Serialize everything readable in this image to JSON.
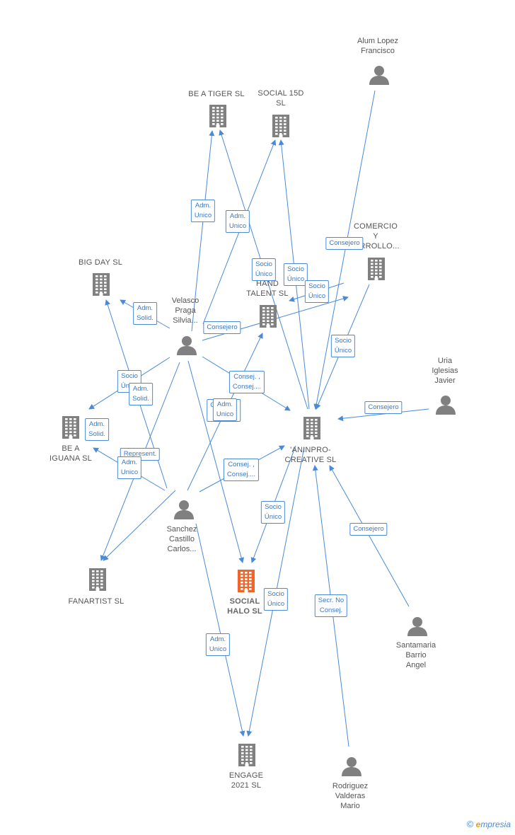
{
  "colors": {
    "edge": "#4a8ad8",
    "node": "#808080",
    "highlight": "#f0652a"
  },
  "nodes": [
    {
      "id": "alum",
      "type": "person",
      "label": "Alum Lopez\nFrancisco"
    },
    {
      "id": "tiger",
      "type": "company",
      "label": "BE A TIGER  SL"
    },
    {
      "id": "social15",
      "type": "company",
      "label": "SOCIAL 15D\nSL"
    },
    {
      "id": "comercio",
      "type": "company",
      "label": "COMERCIO\nY\n…RROLLO..."
    },
    {
      "id": "bigday",
      "type": "company",
      "label": "BIG DAY  SL"
    },
    {
      "id": "velasco",
      "type": "person",
      "label": "Velasco\nPraga\nSilvia..."
    },
    {
      "id": "hand",
      "type": "company",
      "label": "HAND\nTALENT  SL"
    },
    {
      "id": "uria",
      "type": "person",
      "label": "Uria\nIglesias\nJavier"
    },
    {
      "id": "iguana",
      "type": "company",
      "label": "BE A\nIGUANA  SL"
    },
    {
      "id": "aninpro",
      "type": "company",
      "label": "'ANINPRO-\nCREATIVE  SL"
    },
    {
      "id": "sanchez",
      "type": "person",
      "label": "Sanchez\nCastillo\nCarlos..."
    },
    {
      "id": "fanartist",
      "type": "company",
      "label": "FANARTIST  SL"
    },
    {
      "id": "halo",
      "type": "company",
      "highlight": true,
      "label": "SOCIAL\nHALO  SL"
    },
    {
      "id": "santamaria",
      "type": "person",
      "label": "Santamaria\nBarrio\nAngel"
    },
    {
      "id": "engage",
      "type": "company",
      "label": "ENGAGE\n2021  SL"
    },
    {
      "id": "rodriguez",
      "type": "person",
      "label": "Rodriguez\nValderas\nMario"
    }
  ],
  "edges": [
    {
      "from": "velasco",
      "to": "tiger",
      "label": "Adm.\nUnico"
    },
    {
      "from": "velasco",
      "to": "social15",
      "label": "Adm.\nUnico"
    },
    {
      "from": "velasco",
      "to": "bigday",
      "label": "Adm.\nSolid."
    },
    {
      "from": "velasco",
      "to": "comercio",
      "label": "Consejero"
    },
    {
      "from": "velasco",
      "to": "aninpro",
      "label": "Consej. ,\nConsej...."
    },
    {
      "from": "velasco",
      "to": "halo",
      "label": "Consej. ,\nPresid."
    },
    {
      "from": "velasco",
      "to": "iguana",
      "label": "Socio\nÚnico"
    },
    {
      "from": "velasco",
      "to": "fanartist",
      "label": "Adm.\nSolid."
    },
    {
      "from": "alum",
      "to": "aninpro",
      "label": "Consejero"
    },
    {
      "from": "aninpro",
      "to": "social15",
      "label": "Socio\nÚnico"
    },
    {
      "from": "aninpro",
      "to": "tiger",
      "label": "Socio\nÚnico"
    },
    {
      "from": "comercio",
      "to": "hand",
      "label": "Socio\nÚnico"
    },
    {
      "from": "comercio",
      "to": "aninpro",
      "label": "Socio\nÚnico"
    },
    {
      "from": "uria",
      "to": "aninpro",
      "label": "Consejero"
    },
    {
      "from": "sanchez",
      "to": "bigday",
      "label": "Adm.\nSolid."
    },
    {
      "from": "sanchez",
      "to": "iguana",
      "label": "Represent."
    },
    {
      "from": "sanchez",
      "to": "fanartist",
      "label": "Adm.\nUnico"
    },
    {
      "from": "sanchez",
      "to": "hand",
      "label": "Adm.\nUnico"
    },
    {
      "from": "sanchez",
      "to": "aninpro",
      "label": "Consej. ,\nConsej...."
    },
    {
      "from": "sanchez",
      "to": "engage",
      "label": "Adm.\nUnico"
    },
    {
      "from": "aninpro",
      "to": "halo",
      "label": "Socio\nÚnico"
    },
    {
      "from": "aninpro",
      "to": "engage",
      "label": "Socio\nÚnico"
    },
    {
      "from": "santamaria",
      "to": "aninpro",
      "label": "Consejero"
    },
    {
      "from": "rodriguez",
      "to": "aninpro",
      "label": "Secr.  No\nConsej."
    }
  ],
  "brand": {
    "copyright": "©",
    "e": "e",
    "rest": "mpresia"
  }
}
